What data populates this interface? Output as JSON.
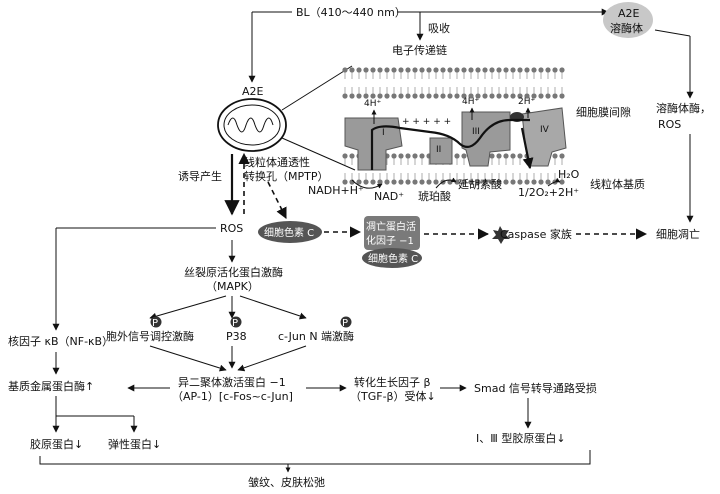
{
  "nodes": {
    "bl": "BL（410～440 nm）",
    "absorb": "吸收",
    "etc": "电子传递链",
    "a2e_top": "A2E",
    "lysosome": "溶酶体",
    "a2e_mito": "A2E",
    "intermembrane": "细胞膜间隙",
    "lyso_enzyme": "溶酶体酶，",
    "ros_right": "ROS",
    "mptp_1": "线粒体通透性",
    "mptp_2": "转换孔（MPTP）",
    "induce": "诱导产生",
    "nadh": "NADH+H⁺",
    "nad": "NAD⁺",
    "succinate": "琥珀酸",
    "fumarate": "延胡索酸",
    "h2o": "H₂O",
    "o2": "1/2O₂+2H⁺",
    "matrix": "线粒体基质",
    "h4_left": "4H⁺",
    "h4_mid": "4H⁺",
    "h2": "2H⁺",
    "complex_1": "I",
    "complex_2": "II",
    "complex_3": "III",
    "complex_4": "IV",
    "cytc_mito": "细胞色素 C",
    "ros": "ROS",
    "apaf_1": "凋亡蛋白活",
    "apaf_2": "化因子 −1",
    "cytc_2": "细胞色素 C",
    "caspase": "Caspase 家族",
    "apoptosis": "细胞凋亡",
    "mapk_1": "丝裂原活化蛋白激酶",
    "mapk_2": "（MAPK）",
    "erk": "胞外信号调控激酶",
    "p38": "P38",
    "jnk": "c-Jun N 端激酶",
    "p_badge": "P",
    "nfkb": "核因子 κB（NF-κB）",
    "mmp": "基质金属蛋白酶↑",
    "ap1_1": "异二聚体激活蛋白 −1",
    "ap1_2": "（AP-1）[c-Fos~c-Jun]",
    "tgf_1": "转化生长因子 β",
    "tgf_2": "（TGF-β）受体↓",
    "smad": "Smad 信号转导通路受损",
    "collagen_types": "Ⅰ、Ⅲ 型胶原蛋白↓",
    "collagen": "胶原蛋白↓",
    "elastin": "弹性蛋白↓",
    "wrinkle": "皱纹、皮肤松弛"
  }
}
